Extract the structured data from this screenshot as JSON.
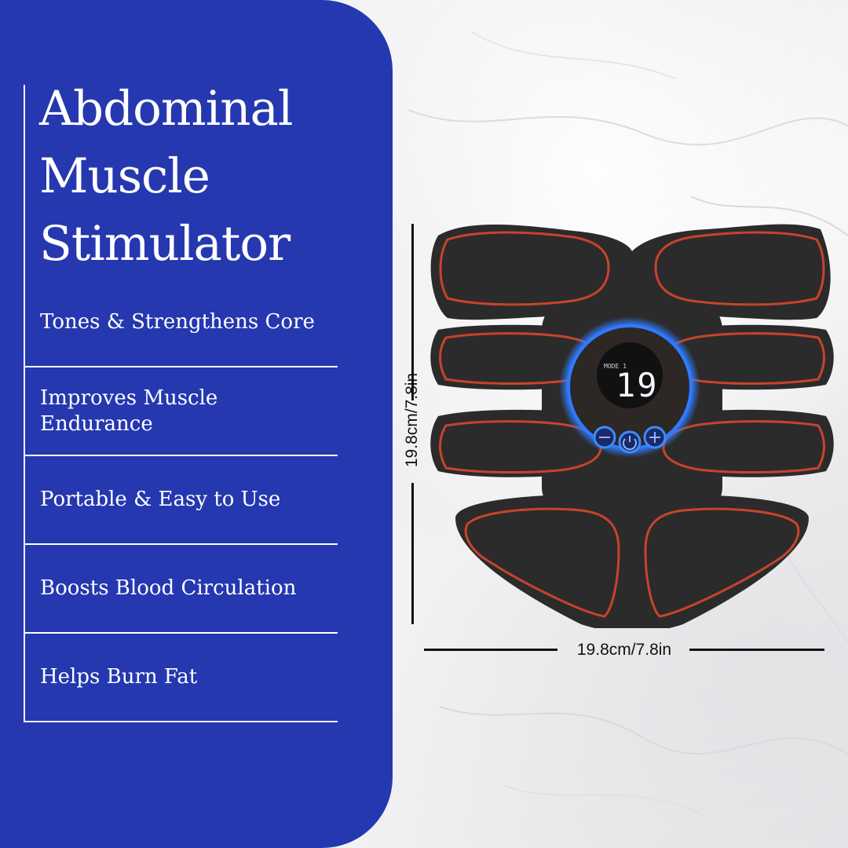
{
  "title": "Abdominal Muscle Stimulator",
  "features": [
    "Tones & Strengthens Core",
    "Improves Muscle Endurance",
    "Portable & Easy to Use",
    "Boosts Blood Circulation",
    "Helps Burn Fat"
  ],
  "dimensions": {
    "height_label": "19.8cm/7.8in",
    "width_label": "19.8cm/7.8in"
  },
  "device": {
    "mode_label": "MODE 1",
    "display_value": "19"
  },
  "colors": {
    "panel": "#2538b0",
    "pad": "#2b2b2b",
    "pad_outline": "#c8432a",
    "ring": "#2f7bff"
  },
  "icons": [
    "minus-button-icon",
    "power-button-icon",
    "plus-button-icon"
  ]
}
